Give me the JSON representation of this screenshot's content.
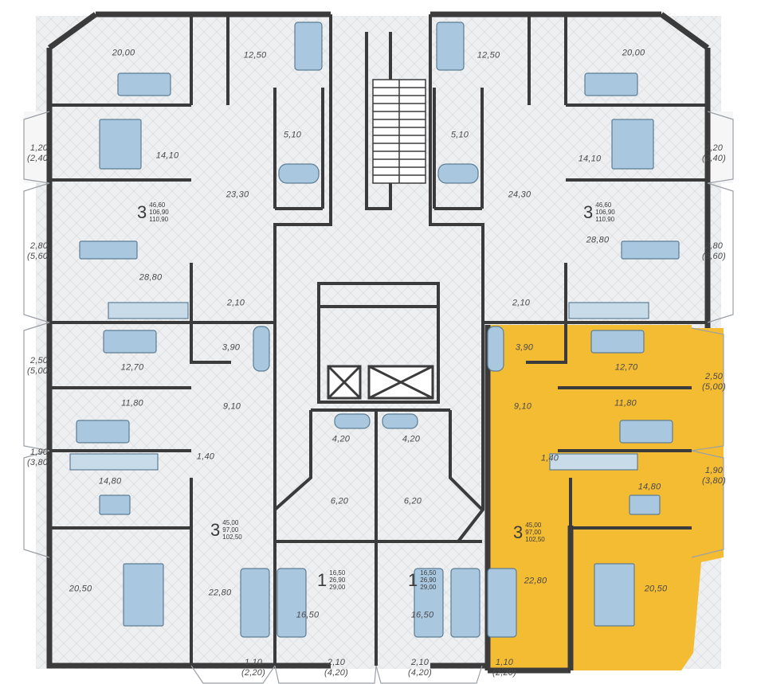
{
  "colors": {
    "wall": "#3b3b3b",
    "floor": "#ecedef",
    "highlight": "#f4bc33",
    "furniture": "#a9c8df",
    "furniture_dark": "#5d7d94",
    "balcony": "#f4f4f5"
  },
  "rooms": [
    {
      "id": "tl-living",
      "text": "20,00"
    },
    {
      "id": "t-left-bed",
      "text": "12,50"
    },
    {
      "id": "t-left-bath",
      "text": "5,10"
    },
    {
      "id": "tl-bed",
      "text": "14,10"
    },
    {
      "id": "tl-hall",
      "text": "23,30"
    },
    {
      "id": "tl-kitchen",
      "text": "28,80"
    },
    {
      "id": "tl-wc",
      "text": "2,10"
    },
    {
      "id": "l-bath",
      "text": "3,90"
    },
    {
      "id": "l-living",
      "text": "12,70"
    },
    {
      "id": "l-bed",
      "text": "11,80"
    },
    {
      "id": "l-hall",
      "text": "9,10"
    },
    {
      "id": "bl-wc",
      "text": "1,40"
    },
    {
      "id": "bl-kitchen",
      "text": "14,80"
    },
    {
      "id": "bl-bed",
      "text": "20,50"
    },
    {
      "id": "bl-hall",
      "text": "22,80"
    },
    {
      "id": "c-left-bath",
      "text": "4,20"
    },
    {
      "id": "c-right-bath",
      "text": "4,20"
    },
    {
      "id": "c-left-hall",
      "text": "6,20"
    },
    {
      "id": "c-right-hall",
      "text": "6,20"
    },
    {
      "id": "c-left-room",
      "text": "16,50"
    },
    {
      "id": "c-right-room",
      "text": "16,50"
    },
    {
      "id": "t-right-bed",
      "text": "12,50"
    },
    {
      "id": "t-right-bath",
      "text": "5,10"
    },
    {
      "id": "tr-living",
      "text": "20,00"
    },
    {
      "id": "tr-bed",
      "text": "14,10"
    },
    {
      "id": "tr-hall",
      "text": "24,30"
    },
    {
      "id": "tr-kitchen",
      "text": "28,80"
    },
    {
      "id": "tr-wc",
      "text": "2,10"
    },
    {
      "id": "r-bath",
      "text": "3,90"
    },
    {
      "id": "r-living",
      "text": "12,70"
    },
    {
      "id": "r-hall",
      "text": "9,10"
    },
    {
      "id": "r-bed",
      "text": "11,80"
    },
    {
      "id": "br-wc",
      "text": "1,40"
    },
    {
      "id": "br-kitchen",
      "text": "14,80"
    },
    {
      "id": "br-hall",
      "text": "22,80"
    },
    {
      "id": "br-bed",
      "text": "20,50"
    }
  ],
  "balconies": [
    {
      "id": "bal-l1",
      "text": "1,20\n(2,40)"
    },
    {
      "id": "bal-l2",
      "text": "2,80\n(5,60)"
    },
    {
      "id": "bal-l3",
      "text": "2,50\n(5,00)"
    },
    {
      "id": "bal-l4",
      "text": "1,90\n(3,80)"
    },
    {
      "id": "bal-r1",
      "text": "1,20\n(2,40)"
    },
    {
      "id": "bal-r2",
      "text": "2,80\n(5,60)"
    },
    {
      "id": "bal-r3",
      "text": "2,50\n(5,00)"
    },
    {
      "id": "bal-r4",
      "text": "1,90\n(3,80)"
    },
    {
      "id": "bal-b1",
      "text": "1,10\n(2,20)"
    },
    {
      "id": "bal-b2",
      "text": "2,10\n(4,20)"
    },
    {
      "id": "bal-b3",
      "text": "2,10\n(4,20)"
    },
    {
      "id": "bal-b4",
      "text": "1,10\n(2,20)"
    }
  ],
  "apartments": [
    {
      "id": "apt-tl",
      "rooms": "3",
      "values": [
        "46,60",
        "106,90",
        "110,90"
      ]
    },
    {
      "id": "apt-tr",
      "rooms": "3",
      "values": [
        "46,60",
        "106,90",
        "110,90"
      ]
    },
    {
      "id": "apt-bl",
      "rooms": "3",
      "values": [
        "45,00",
        "97,00",
        "102,50"
      ]
    },
    {
      "id": "apt-br",
      "rooms": "3",
      "values": [
        "45,00",
        "97,00",
        "102,50"
      ]
    },
    {
      "id": "apt-cl",
      "rooms": "1",
      "values": [
        "16,50",
        "26,90",
        "29,00"
      ]
    },
    {
      "id": "apt-cr",
      "rooms": "1",
      "values": [
        "16,50",
        "26,90",
        "29,00"
      ]
    }
  ]
}
